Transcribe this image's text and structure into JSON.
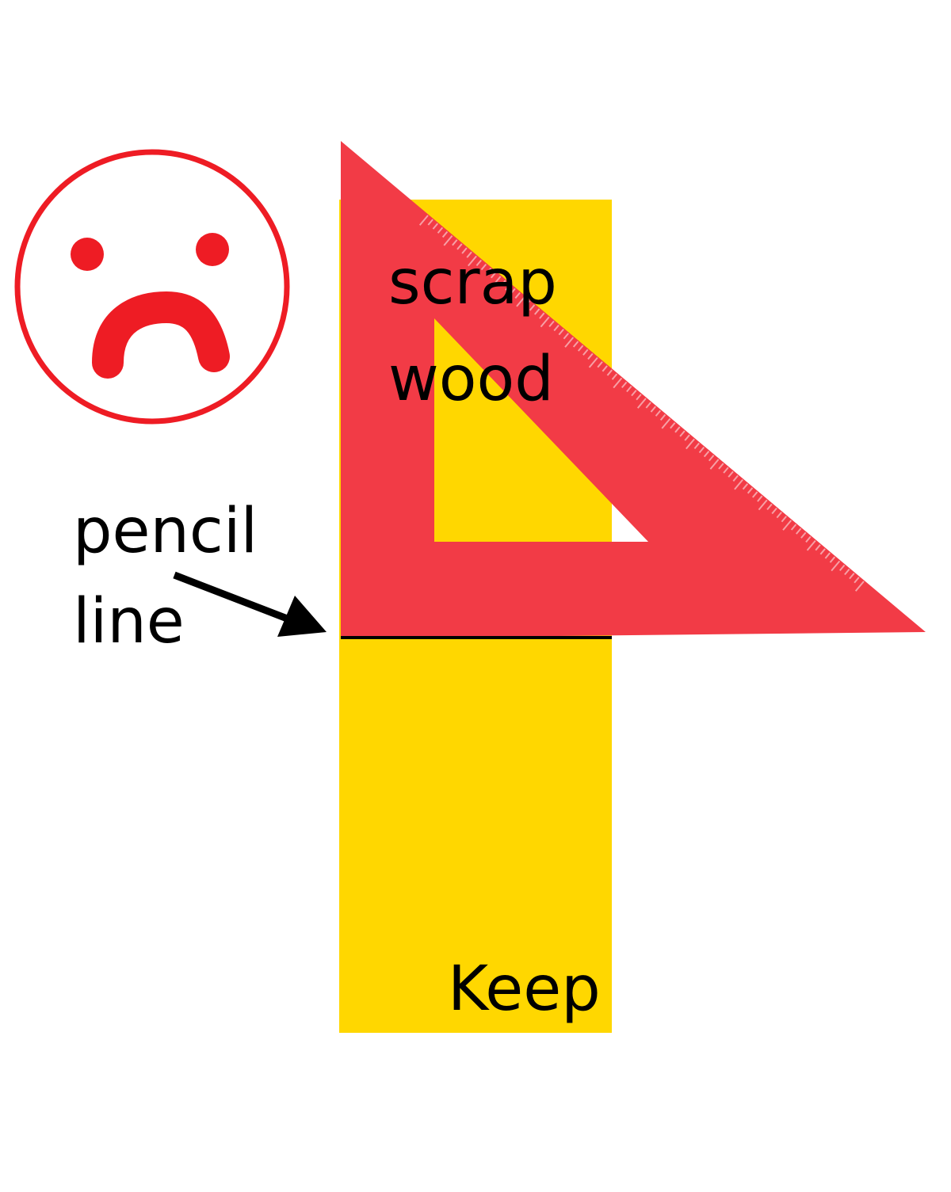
{
  "labels": {
    "scrap_line1": "scrap",
    "scrap_line2": "wood",
    "pencil_line1": "pencil",
    "pencil_line2": "line",
    "keep": "Keep"
  },
  "icons": {
    "face": "sad-face-icon",
    "tool": "set-square-icon",
    "pointer": "arrow-icon"
  },
  "colors": {
    "wood": "#ffd700",
    "set_square": "#f23b46",
    "face": "#ee1c24",
    "line": "#000000"
  }
}
